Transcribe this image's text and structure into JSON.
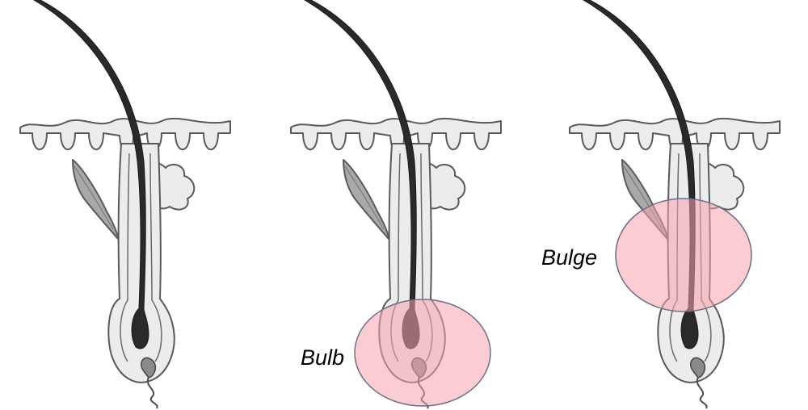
{
  "colors": {
    "outline": "#5a5a5a",
    "tissue_fill": "#ececec",
    "hair": "#2a2a2a",
    "muscle": "#a9a9a9",
    "highlight_fill": "#f9a3ae",
    "highlight_stroke": "#6e6e8a"
  },
  "panels": [
    {
      "highlight": "none",
      "label": ""
    },
    {
      "highlight": "bulb",
      "label": "Bulb"
    },
    {
      "highlight": "bulge",
      "label": "Bulge"
    }
  ],
  "icons": [
    "hair-follicle-diagram"
  ]
}
